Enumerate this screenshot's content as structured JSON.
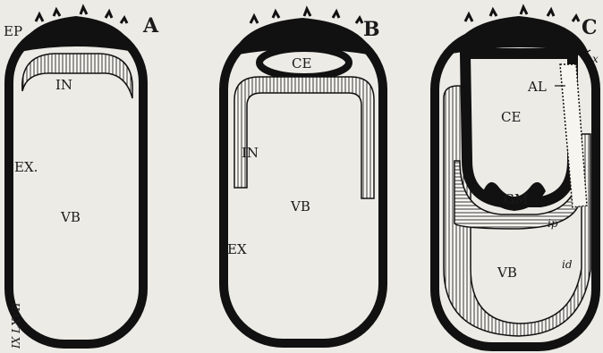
{
  "panels": [
    {
      "id": "A",
      "letter": "A",
      "labels": {
        "ep": "EP",
        "in": "IN",
        "ex": "EX.",
        "vb": "VB"
      },
      "plate_mark": "IX LXVII"
    },
    {
      "id": "B",
      "letter": "B",
      "labels": {
        "ce": "CE",
        "in": "IN",
        "vb": "VB",
        "ex": "EX"
      }
    },
    {
      "id": "C",
      "letter": "C",
      "labels": {
        "x": "x",
        "al": "AL",
        "ce": "CE",
        "gm": "GM",
        "ip": "ip",
        "vb": "VB",
        "id": "id"
      }
    }
  ],
  "colors": {
    "ink": "#111111",
    "paper": "#ecebe6",
    "cell_fill": "#f6f5f0"
  }
}
